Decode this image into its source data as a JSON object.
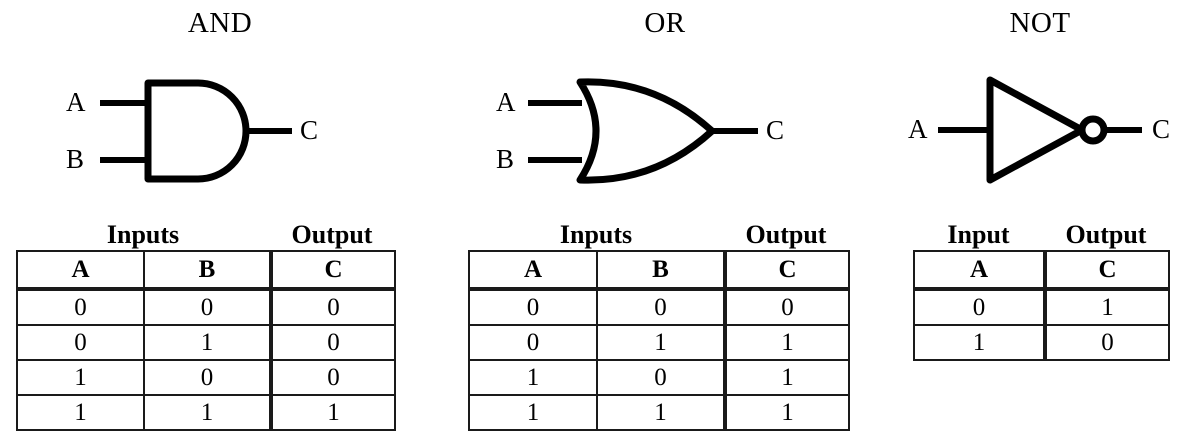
{
  "diagram": {
    "title_style": "logic-gates-truth-tables",
    "line_color": "#000000"
  },
  "gates": [
    {
      "id": "and",
      "title": "AND",
      "symbol": "and-gate-symbol",
      "inputs": [
        {
          "label": "A"
        },
        {
          "label": "B"
        }
      ],
      "output": {
        "label": "C"
      },
      "table": {
        "group_headers": [
          {
            "label": "Inputs",
            "span": 2
          },
          {
            "label": "Output",
            "span": 1
          }
        ],
        "columns": [
          "A",
          "B",
          "C"
        ],
        "rows": [
          [
            "0",
            "0",
            "0"
          ],
          [
            "0",
            "1",
            "0"
          ],
          [
            "1",
            "0",
            "0"
          ],
          [
            "1",
            "1",
            "1"
          ]
        ]
      }
    },
    {
      "id": "or",
      "title": "OR",
      "symbol": "or-gate-symbol",
      "inputs": [
        {
          "label": "A"
        },
        {
          "label": "B"
        }
      ],
      "output": {
        "label": "C"
      },
      "table": {
        "group_headers": [
          {
            "label": "Inputs",
            "span": 2
          },
          {
            "label": "Output",
            "span": 1
          }
        ],
        "columns": [
          "A",
          "B",
          "C"
        ],
        "rows": [
          [
            "0",
            "0",
            "0"
          ],
          [
            "0",
            "1",
            "1"
          ],
          [
            "1",
            "0",
            "1"
          ],
          [
            "1",
            "1",
            "1"
          ]
        ]
      }
    },
    {
      "id": "not",
      "title": "NOT",
      "symbol": "not-gate-symbol",
      "inputs": [
        {
          "label": "A"
        }
      ],
      "output": {
        "label": "C"
      },
      "table": {
        "group_headers": [
          {
            "label": "Input",
            "span": 1
          },
          {
            "label": "Output",
            "span": 1
          }
        ],
        "columns": [
          "A",
          "C"
        ],
        "rows": [
          [
            "0",
            "1"
          ],
          [
            "1",
            "0"
          ]
        ]
      }
    }
  ]
}
